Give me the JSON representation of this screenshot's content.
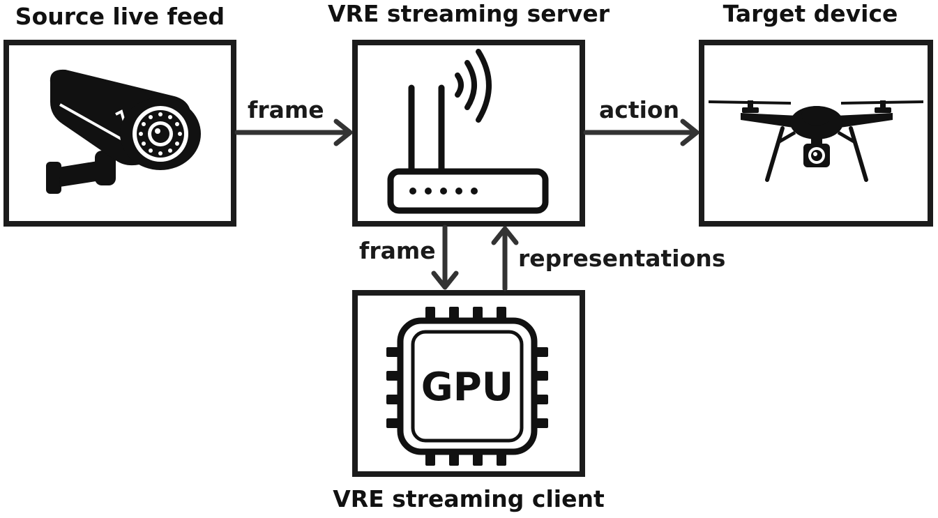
{
  "nodes": {
    "source": {
      "title": "Source live feed",
      "icon": "security-camera-icon"
    },
    "server": {
      "title": "VRE streaming server",
      "icon": "wifi-router-icon"
    },
    "target": {
      "title": "Target device",
      "icon": "drone-icon"
    },
    "client": {
      "title": "VRE streaming client",
      "icon": "gpu-chip-icon",
      "chip_label": "GPU"
    }
  },
  "edges": {
    "source_to_server": {
      "label": "frame"
    },
    "server_to_target": {
      "label": "action"
    },
    "server_to_client": {
      "label": "frame"
    },
    "client_to_server": {
      "label": "representations"
    }
  },
  "colors": {
    "stroke": "#1c1c1c",
    "arrow": "#333333",
    "background": "#ffffff"
  }
}
